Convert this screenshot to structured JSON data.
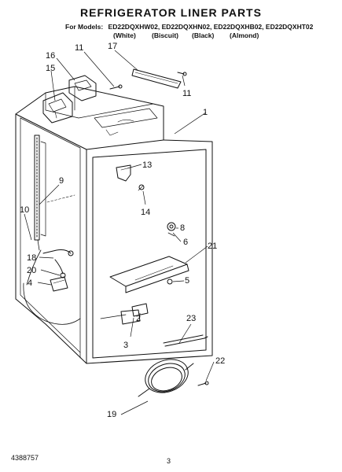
{
  "header": {
    "title": "REFRIGERATOR LINER PARTS",
    "models_label": "For Models:",
    "models": [
      "ED22DQXHW02,",
      "ED22DQXHN02,",
      "ED22DQXHB02,",
      "ED22DQXHT02"
    ],
    "colors": [
      "(White)",
      "(Biscuit)",
      "(Black)",
      "(Almond)"
    ]
  },
  "callouts": [
    "1",
    "2",
    "3",
    "4",
    "5",
    "6",
    "8",
    "9",
    "10",
    "11",
    "11",
    "13",
    "14",
    "15",
    "16",
    "17",
    "18",
    "19",
    "20",
    "21",
    "22",
    "23"
  ],
  "footer": {
    "doc_number": "4388757",
    "page_number": "3"
  }
}
